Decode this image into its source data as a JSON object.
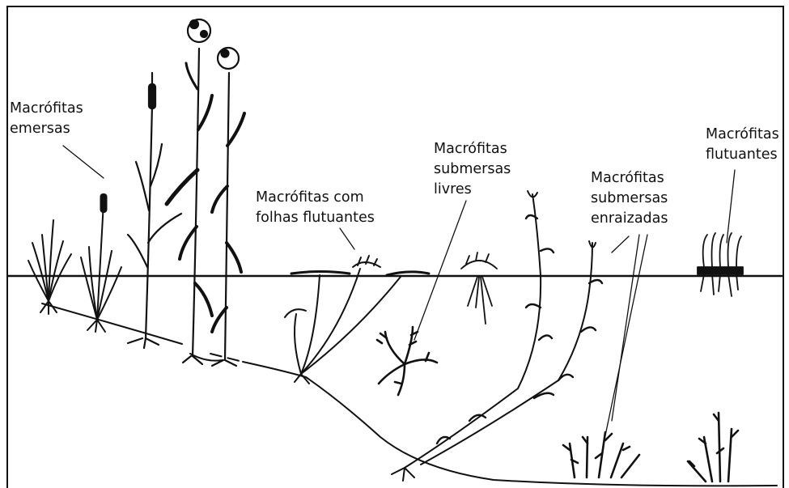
{
  "labels": {
    "emersas": {
      "line1": "Macrófitas",
      "line2": "emersas"
    },
    "folhas_flutuantes": {
      "line1": "Macrófitas com",
      "line2": "folhas flutuantes"
    },
    "submersas_livres": {
      "line1": "Macrófitas",
      "line2": "submersas",
      "line3": "livres"
    },
    "submersas_enraizadas": {
      "line1": "Macrófitas",
      "line2": "submersas",
      "line3": "enraizadas"
    },
    "flutuantes": {
      "line1": "Macrófitas",
      "line2": "flutuantes"
    }
  }
}
